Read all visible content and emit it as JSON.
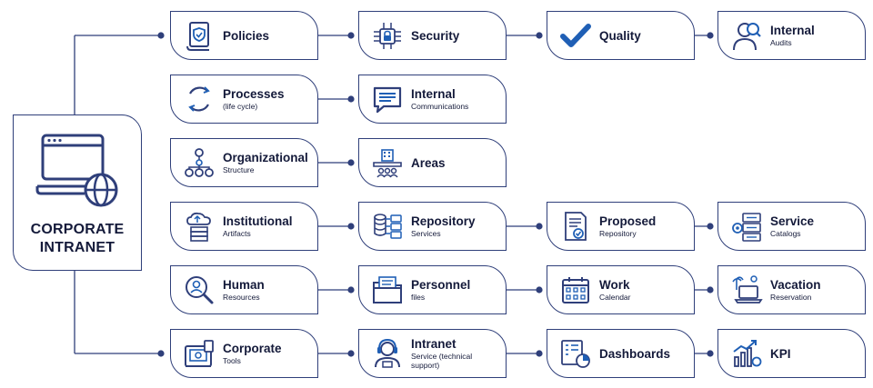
{
  "main": {
    "title_line1": "CORPORATE",
    "title_line2": "INTRANET",
    "icon": "laptop-globe-icon"
  },
  "accent_color": "#2f3f7a",
  "rows": [
    [
      {
        "title": "Policies",
        "subtitle": "",
        "icon": "policy-document-icon"
      },
      {
        "title": "Security",
        "subtitle": "",
        "icon": "security-lock-chip-icon"
      },
      {
        "title": "Quality",
        "subtitle": "",
        "icon": "checkmark-icon"
      },
      {
        "title": "Internal",
        "subtitle": "Audits",
        "icon": "auditor-icon"
      }
    ],
    [
      {
        "title": "Processes",
        "subtitle": "(life cycle)",
        "icon": "cycle-arrows-icon"
      },
      {
        "title": "Internal",
        "subtitle": "Communications",
        "icon": "chat-bubble-icon"
      }
    ],
    [
      {
        "title": "Organizational",
        "subtitle": "Structure",
        "icon": "org-chart-icon"
      },
      {
        "title": "Areas",
        "subtitle": "",
        "icon": "building-team-icon"
      }
    ],
    [
      {
        "title": "Institutional",
        "subtitle": "Artifacts",
        "icon": "cloud-server-icon"
      },
      {
        "title": "Repository",
        "subtitle": "Services",
        "icon": "database-folders-icon"
      },
      {
        "title": "Proposed",
        "subtitle": "Repository",
        "icon": "document-check-icon"
      },
      {
        "title": "Service",
        "subtitle": "Catalogs",
        "icon": "catalog-gear-icon"
      }
    ],
    [
      {
        "title": "Human",
        "subtitle": "Resources",
        "icon": "person-search-icon"
      },
      {
        "title": "Personnel",
        "subtitle": "files",
        "icon": "file-folder-icon"
      },
      {
        "title": "Work",
        "subtitle": "Calendar",
        "icon": "calendar-icon"
      },
      {
        "title": "Vacation",
        "subtitle": "Reservation",
        "icon": "beach-laptop-icon"
      }
    ],
    [
      {
        "title": "Corporate",
        "subtitle": "Tools",
        "icon": "toolbox-icon"
      },
      {
        "title": "Intranet",
        "subtitle": "Service (technical support)",
        "icon": "support-agent-icon"
      },
      {
        "title": "Dashboards",
        "subtitle": "",
        "icon": "dashboard-icon"
      },
      {
        "title": "KPI",
        "subtitle": "",
        "icon": "kpi-chart-icon"
      }
    ]
  ]
}
